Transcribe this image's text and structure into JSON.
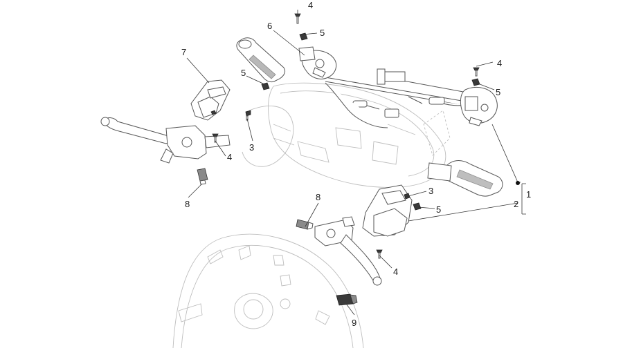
{
  "callouts": {
    "c1": "1",
    "c2": "2",
    "c3a": "3",
    "c3b": "3",
    "c4a": "4",
    "c4b": "4",
    "c4c": "4",
    "c4d": "4",
    "c5a": "5",
    "c5b": "5",
    "c5c": "5",
    "c5d": "5",
    "c6": "6",
    "c7": "7",
    "c8a": "8",
    "c8b": "8",
    "c9": "9"
  },
  "colors": {
    "line": "#555555",
    "faint": "#bdbdbd",
    "text": "#1a1a1a"
  }
}
